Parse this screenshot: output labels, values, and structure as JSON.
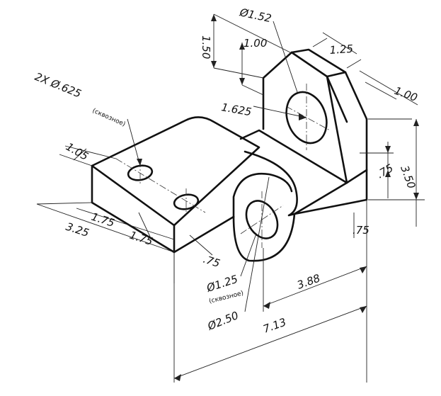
{
  "labels": {
    "dia_152": "Ø1.52",
    "d_150": "1.50",
    "d_100v": "1.00",
    "d_125": "1.25",
    "d_100": "1.00",
    "d_1625": "1.625",
    "holes_note": "2X Ø.625",
    "holes_through": "(сквозное)",
    "d_105": "1.05",
    "d_175a": "1.75",
    "d_175b": "1.75",
    "d_325": "3.25",
    "d_75_left": ".75",
    "d_75_right_top": ".75",
    "d_75_right_bottom": ".75",
    "d_350": "3.50",
    "dia_125": "Ø1.25",
    "dia_125_through": "(сквозное)",
    "dia_250": "Ø2.50",
    "d_388": "3.88",
    "d_713": "7.13"
  }
}
